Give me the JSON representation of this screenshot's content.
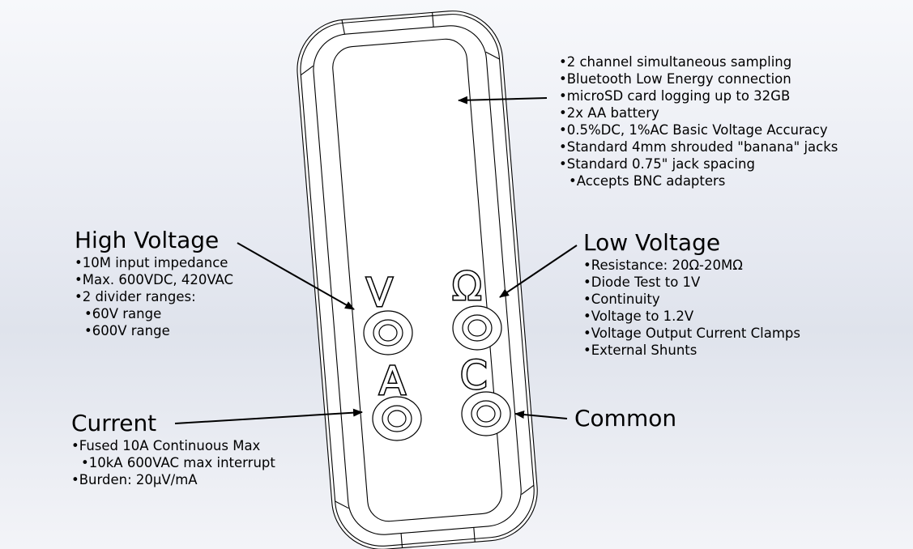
{
  "device": {
    "jack_labels": [
      "V",
      "A",
      "Ω",
      "C"
    ]
  },
  "features": [
    "•2 channel simultaneous sampling",
    "•Bluetooth Low Energy connection",
    "•microSD card logging up to 32GB",
    "•2x AA battery",
    "•0.5%DC, 1%AC Basic Voltage Accuracy",
    "•Standard 4mm shrouded \"banana\" jacks",
    "•Standard 0.75\" jack spacing",
    "•Accepts BNC adapters"
  ],
  "high_voltage": {
    "title": "High Voltage",
    "items": [
      "•10M input impedance",
      "•Max. 600VDC, 420VAC",
      "•2 divider ranges:",
      "•60V range",
      "•600V range"
    ]
  },
  "low_voltage": {
    "title": "Low Voltage",
    "items": [
      "•Resistance: 20Ω-20MΩ",
      "•Diode Test to 1V",
      "•Continuity",
      "•Voltage to 1.2V",
      "•Voltage Output Current Clamps",
      "•External Shunts"
    ]
  },
  "current": {
    "title": "Current",
    "items": [
      "•Fused 10A Continuous Max",
      "•10kA 600VAC max interrupt",
      "•Burden: 20µV/mA"
    ]
  },
  "common": {
    "title": "Common"
  }
}
